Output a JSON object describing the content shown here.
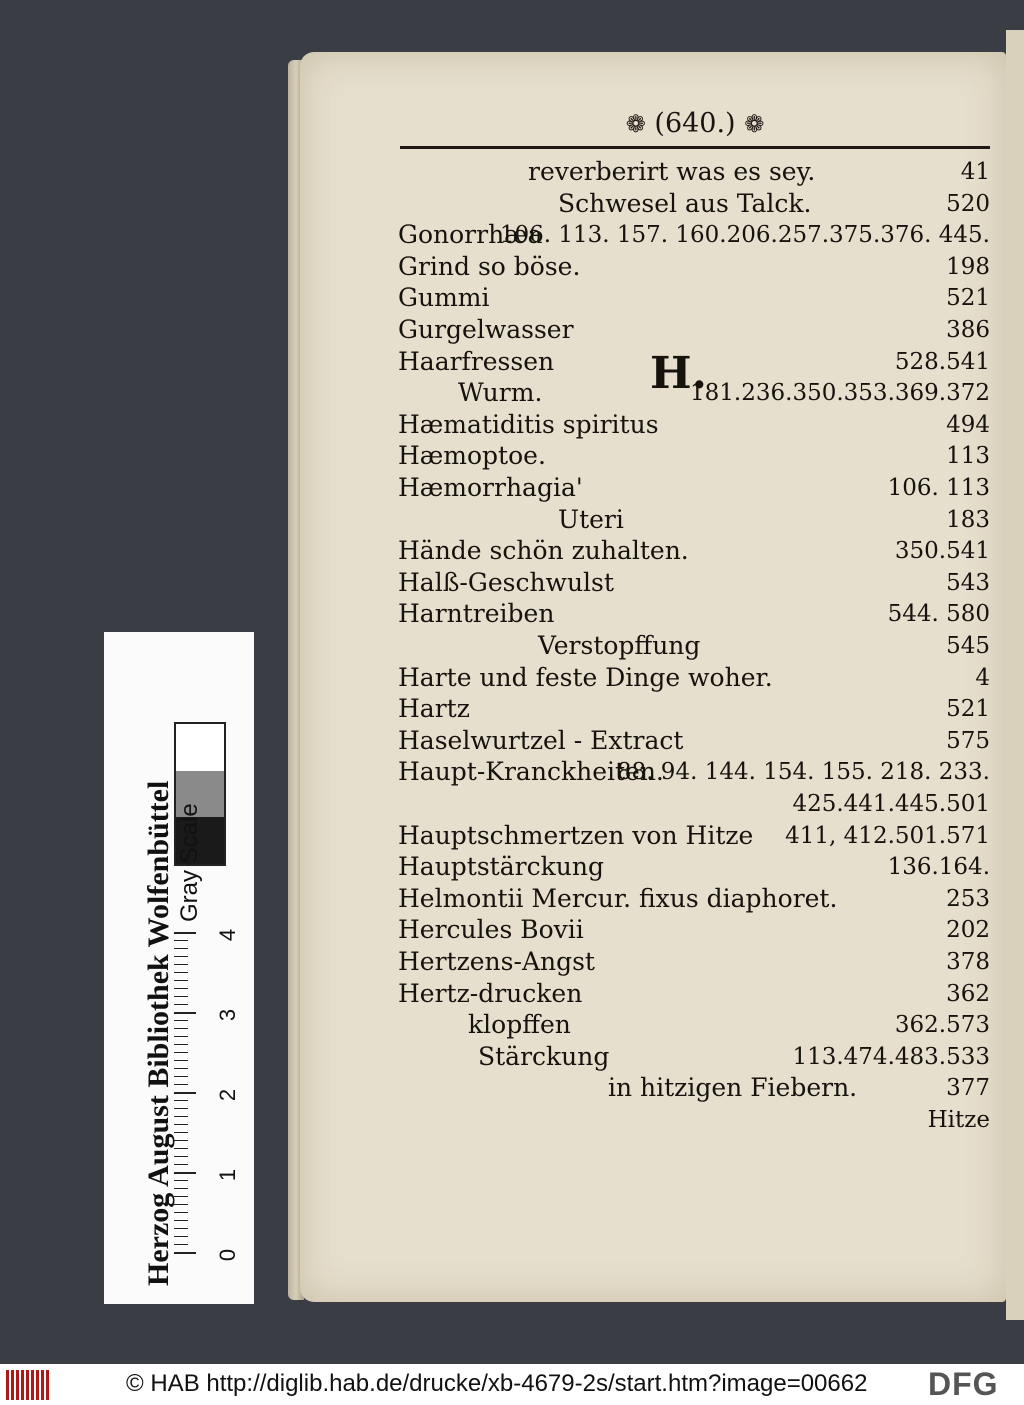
{
  "page": {
    "number": "(640.)",
    "ornament": "❁",
    "section_letter": "H.",
    "entries": [
      {
        "text": "reverberirt was es sey.",
        "num": "41"
      },
      {
        "text": "Schwesel aus Talck.",
        "num": "520"
      },
      {
        "text": "Gonorrhæa",
        "num": "106. 113. 157. 160.206.257.375.376. 445."
      },
      {
        "text": "Grind so böse.",
        "num": "198"
      },
      {
        "text": "Gummi",
        "num": "521"
      },
      {
        "text": "Gurgelwasser",
        "num": "386"
      },
      {
        "text": "Haarfressen",
        "num": "528.541"
      },
      {
        "text": "Wurm.",
        "num": "181.236.350.353.369.372"
      },
      {
        "text": "Hæmatiditis spiritus",
        "num": "494"
      },
      {
        "text": "Hæmoptoe.",
        "num": "113"
      },
      {
        "text": "Hæmorrhagia'",
        "num": "106. 113"
      },
      {
        "text": "Uteri",
        "num": "183"
      },
      {
        "text": "Hände schön zuhalten.",
        "num": "350.541"
      },
      {
        "text": "Halß-Geschwulst",
        "num": "543"
      },
      {
        "text": "Harntreiben",
        "num": "544. 580"
      },
      {
        "text": "Verstopffung",
        "num": "545"
      },
      {
        "text": "Harte und feste Dinge woher.",
        "num": "4"
      },
      {
        "text": "Hartz",
        "num": "521"
      },
      {
        "text": "Haselwurtzel - Extract",
        "num": "575"
      },
      {
        "text": "Haupt-Kranckheiten.",
        "num": "88. 94. 144. 154. 155. 218. 233."
      },
      {
        "text": "",
        "num": "425.441.445.501"
      },
      {
        "text": "Hauptschmertzen von Hitze",
        "num": "411, 412.501.571"
      },
      {
        "text": "Hauptstärckung",
        "num": "136.164."
      },
      {
        "text": "Helmontii Mercur. fixus diaphoret.",
        "num": "253"
      },
      {
        "text": "Hercules Bovii",
        "num": "202"
      },
      {
        "text": "Hertzens-Angst",
        "num": "378"
      },
      {
        "text": "Hertz-drucken",
        "num": "362"
      },
      {
        "text": "klopffen",
        "num": "362.573"
      },
      {
        "text": "Stärckung",
        "num": "113.474.483.533"
      },
      {
        "text": "in hitzigen Fiebern.",
        "num": "377"
      },
      {
        "text": "",
        "num": "Hitze"
      }
    ]
  },
  "ruler": {
    "title": "Herzog August Bibliothek Wolfenbüttel",
    "gray_label": "Gray Scale",
    "tick_labels": [
      "0",
      "1",
      "2",
      "3",
      "4"
    ],
    "gray_colors": [
      "#ffffff",
      "#8a8a8a",
      "#1a1a1a"
    ]
  },
  "footer": {
    "text": "© HAB http://diglib.hab.de/drucke/xb-4679-2s/start.htm?image=00662",
    "dfg": "DFG"
  }
}
